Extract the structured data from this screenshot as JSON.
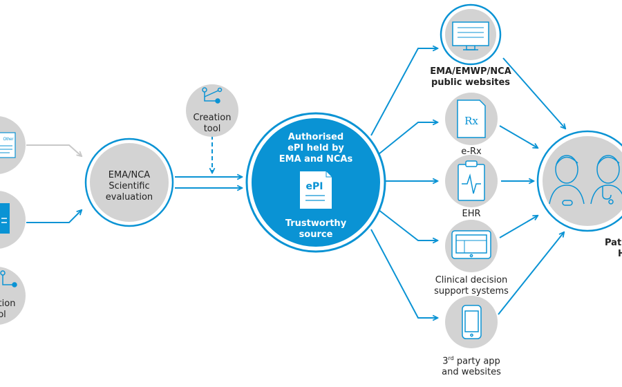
{
  "colors": {
    "accent": "#0a93d4",
    "node_fill": "#d3d3d3",
    "icon_stroke": "#0a93d4",
    "muted_arrow": "#c8c8c8",
    "text": "#222222"
  },
  "left": {
    "top_doc_label": "Other",
    "bottom_tool_label_lines": [
      "ation",
      "ol"
    ]
  },
  "creation_tool": {
    "lines": [
      "Creation",
      "tool"
    ]
  },
  "ema_nca": {
    "title": "EMA/NCA",
    "lines": [
      "Scientific",
      "evaluation"
    ]
  },
  "center": {
    "title_lines": [
      "Authorised",
      "ePI held by",
      "EMA and NCAs"
    ],
    "doc_label": "ePI",
    "subtitle_lines": [
      "Trustworthy",
      "source"
    ]
  },
  "outputs": {
    "websites": {
      "lines": [
        "EMA/EMWP/NCA",
        "public websites"
      ],
      "icon": "monitor-icon"
    },
    "erx": {
      "label": "e-Rx",
      "doc_symbol": "Rx",
      "icon": "prescription-icon"
    },
    "ehr": {
      "label": "EHR",
      "icon": "clipboard-heartbeat-icon"
    },
    "cds": {
      "lines": [
        "Clinical decision",
        "support systems"
      ],
      "icon": "tablet-icon"
    },
    "apps": {
      "line1_num": "3",
      "line1_sup": "rd",
      "line1_rest": " party app",
      "line2": "and websites",
      "icon": "smartphone-icon"
    }
  },
  "right": {
    "label_lines": [
      "Pat",
      "H"
    ],
    "icon": "patient-doctor-icon"
  }
}
